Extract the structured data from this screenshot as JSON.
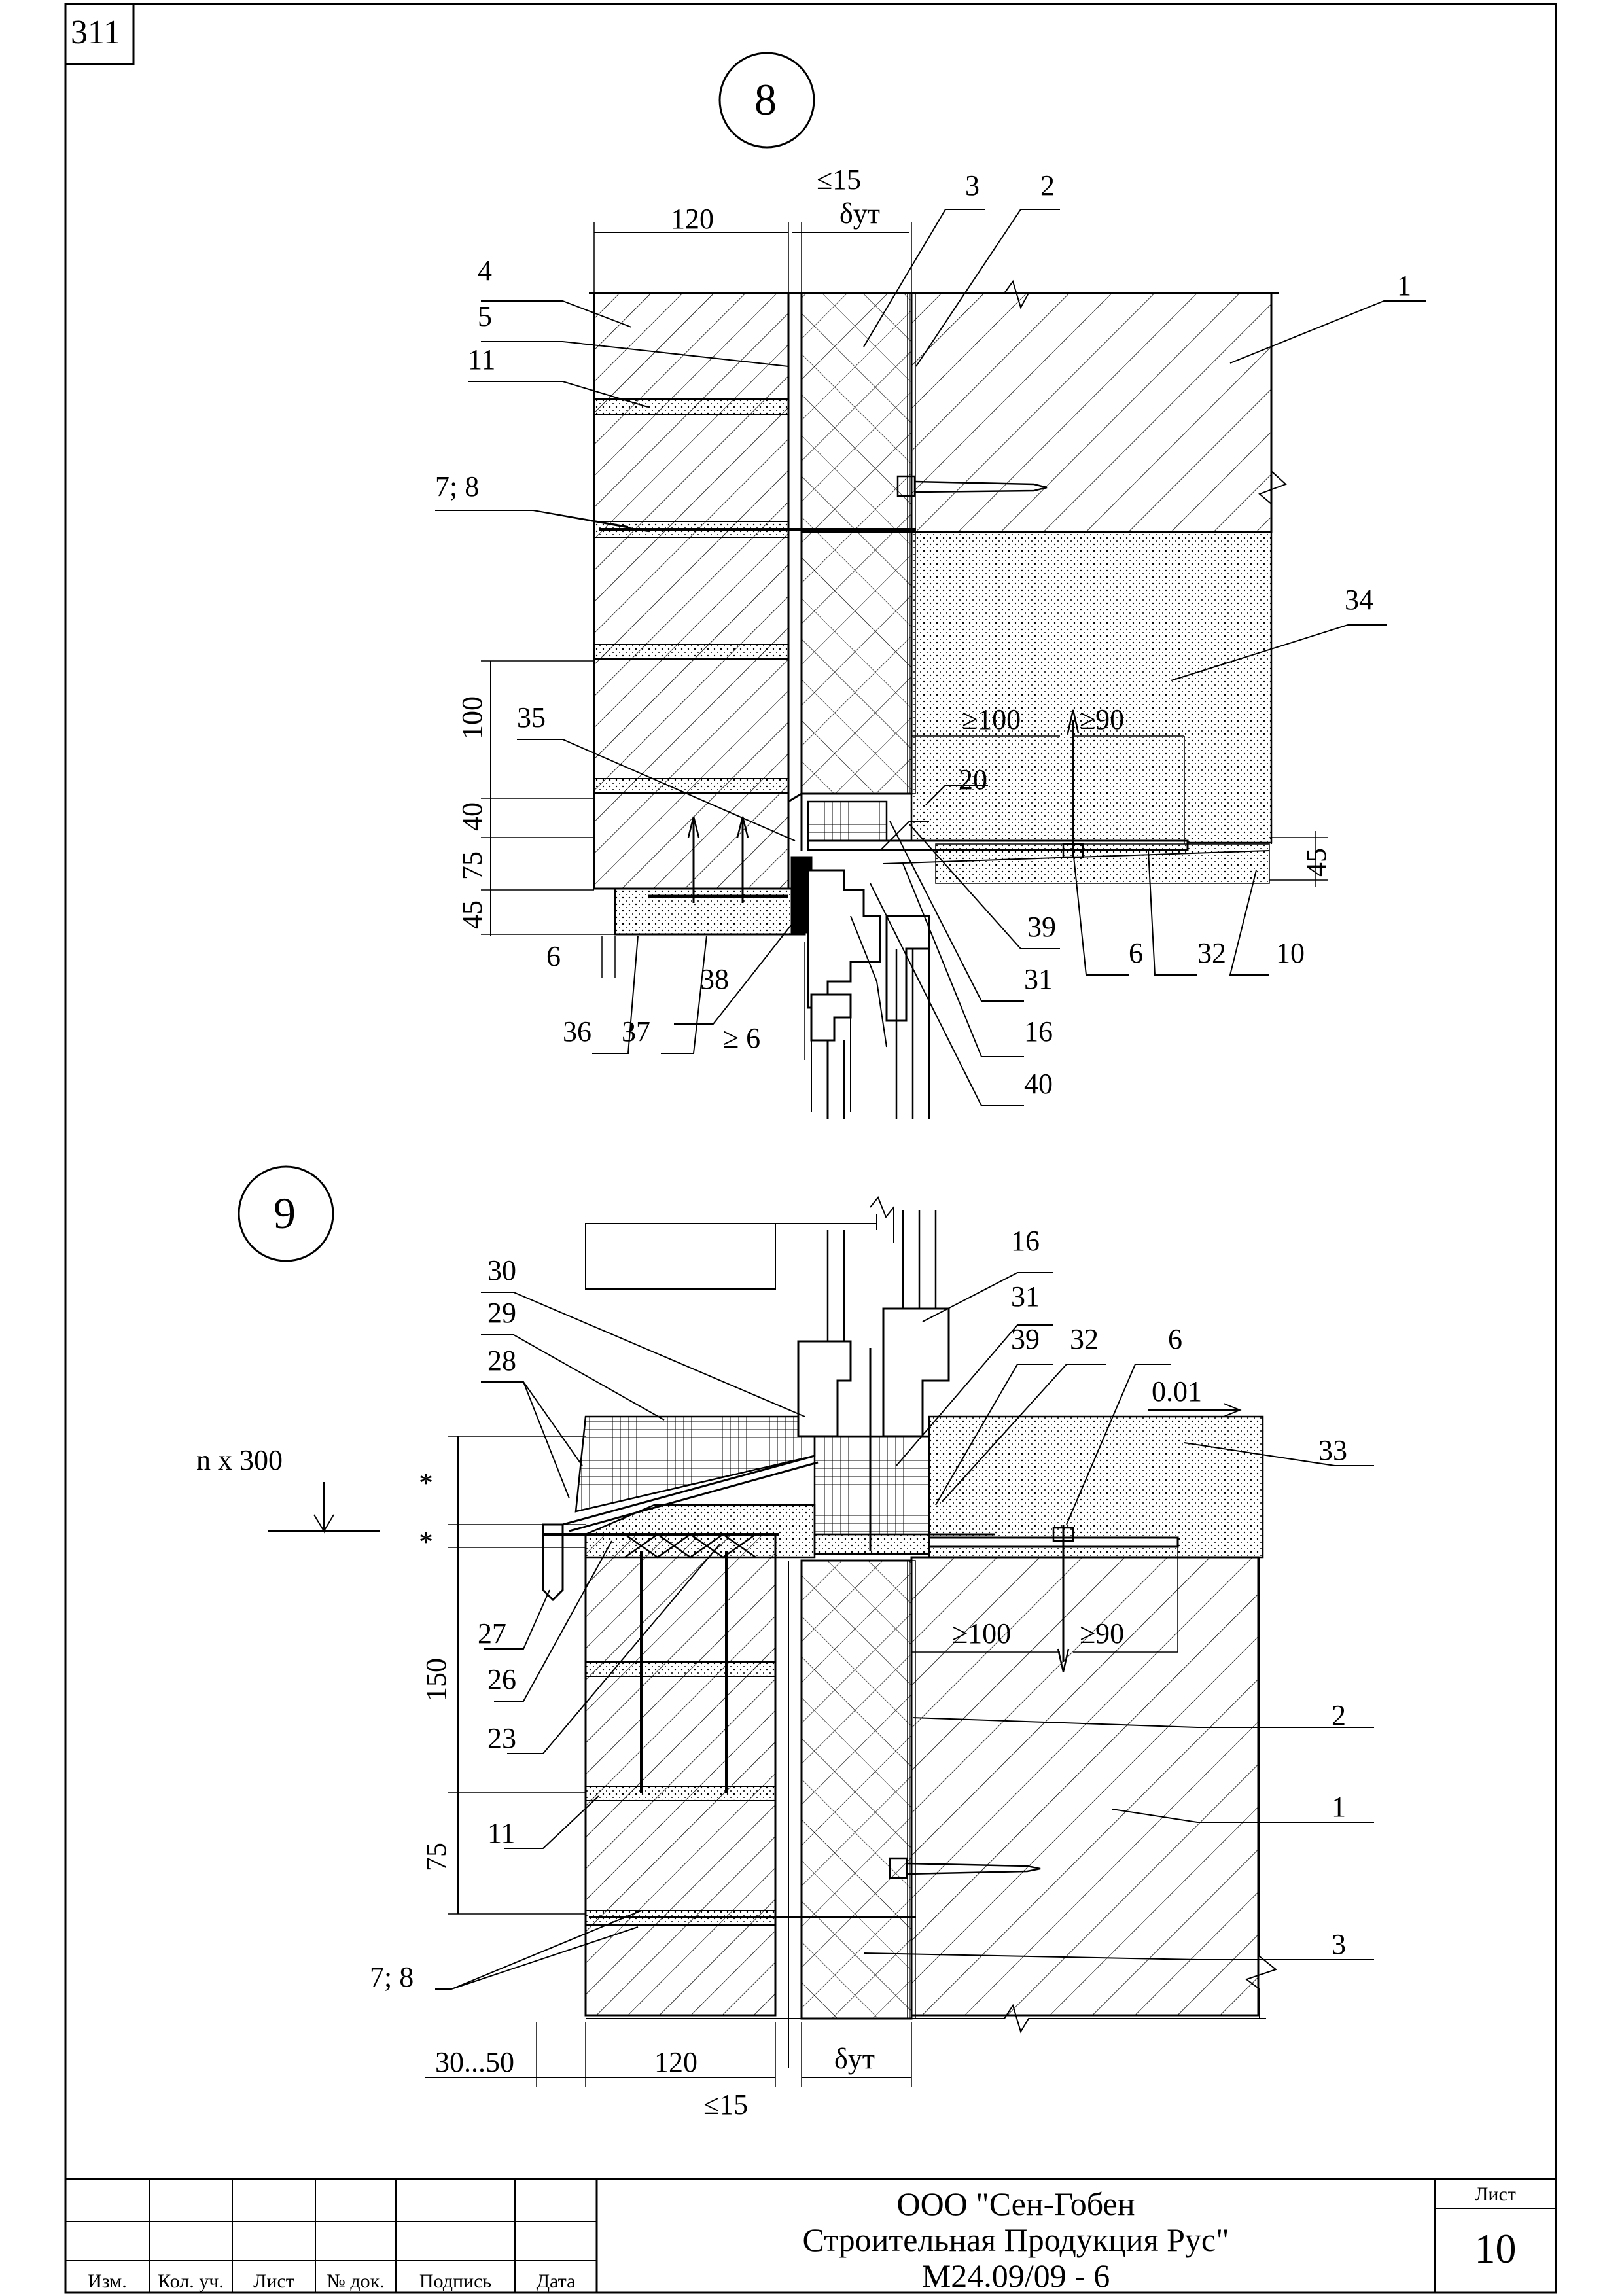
{
  "sheet": {
    "corner_number": "311",
    "detail_8": "8",
    "detail_9": "9"
  },
  "detail8": {
    "dims": {
      "d120": "120",
      "le15": "≤15",
      "dut": "δут",
      "d100": "100",
      "d40": "40",
      "d75": "75",
      "d45": "45",
      "d6": "6",
      "ge6": "≥ 6",
      "ge100": "≥100",
      "ge90": "≥90",
      "d20": "20",
      "d45r": "45"
    },
    "labels": {
      "n1": "1",
      "n2": "2",
      "n3": "3",
      "n4": "4",
      "n5": "5",
      "n11": "11",
      "n78": "7; 8",
      "n34": "34",
      "n35": "35",
      "n39": "39",
      "n6": "6",
      "n32": "32",
      "n10": "10",
      "n31": "31",
      "n16": "16",
      "n40": "40",
      "n38": "38",
      "n36": "36",
      "n37": "37"
    }
  },
  "detail9": {
    "dims": {
      "nx300": "n x 300",
      "star1": "*",
      "star2": "*",
      "d150": "150",
      "d75": "75",
      "d3050": "30...50",
      "d120": "120",
      "dut": "δут",
      "le15": "≤15",
      "ge100": "≥100",
      "ge90": "≥90",
      "slope": "0.01"
    },
    "labels": {
      "n30": "30",
      "n29": "29",
      "n28": "28",
      "n27": "27",
      "n26": "26",
      "n23": "23",
      "n11": "11",
      "n78": "7; 8",
      "n16": "16",
      "n31": "31",
      "n39": "39",
      "n32": "32",
      "n6": "6",
      "n33": "33",
      "n2": "2",
      "n1": "1",
      "n3": "3"
    }
  },
  "title_block": {
    "headers": [
      "Изм.",
      "Кол. уч.",
      "Лист",
      "№ док.",
      "Подпись",
      "Дата"
    ],
    "company_line1": "ООО \"Сен-Гобен",
    "company_line2": "Строительная Продукция Рус\"",
    "doc_code": "М24.09/09 - 6",
    "sheet_label": "Лист",
    "sheet_number": "10"
  }
}
